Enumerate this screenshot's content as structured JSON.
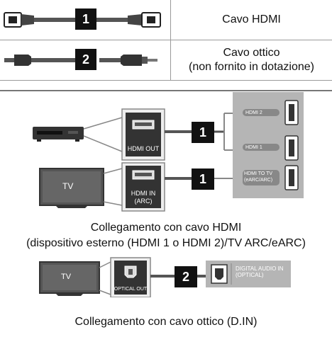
{
  "legend": {
    "items": [
      {
        "badge": "1",
        "label_line1": "Cavo HDMI",
        "label_line2": ""
      },
      {
        "badge": "2",
        "label_line1": "Cavo ottico",
        "label_line2": "(non fornito in dotazione)"
      }
    ]
  },
  "hdmi_section": {
    "device_port": "HDMI OUT",
    "tv_label": "TV",
    "tv_port_line1": "HDMI IN",
    "tv_port_line2": "(ARC)",
    "badge_device": "1",
    "badge_tv": "1",
    "panel_ports": [
      "HDMI 2",
      "HDMI 1",
      "HDMI TO TV",
      "(eARC/ARC)"
    ],
    "caption_line1": "Collegamento con cavo HDMI",
    "caption_line2": "(dispositivo esterno (HDMI 1 o HDMI 2)/TV ARC/eARC)"
  },
  "optical_section": {
    "tv_label": "TV",
    "tv_port": "OPTICAL OUT",
    "badge": "2",
    "panel_line1": "DIGITAL AUDIO IN",
    "panel_line2": "(OPTICAL)",
    "caption": "Collegamento con cavo ottico (D.IN)"
  },
  "colors": {
    "panel": "#b5b5b5",
    "badge": "#111111",
    "cable": "#555555"
  }
}
